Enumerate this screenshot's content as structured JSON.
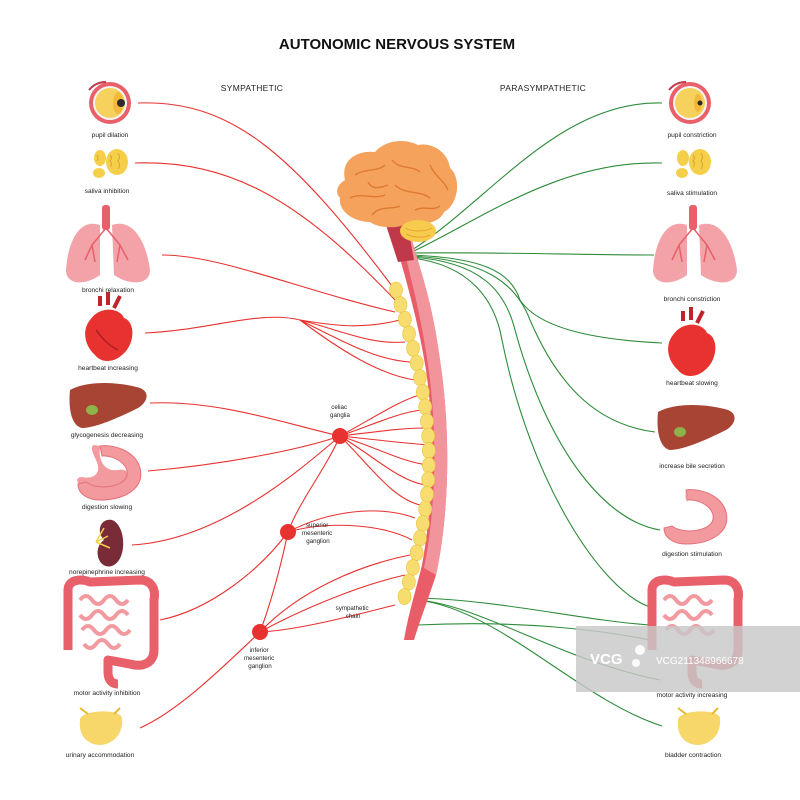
{
  "title": "AUTONOMIC NERVOUS SYSTEM",
  "sympathetic": {
    "heading": "SYMPATHETIC",
    "organs": [
      {
        "organ": "eye-icon",
        "label": "pupil dilation"
      },
      {
        "organ": "salivary-gland-icon",
        "label": "saliva inhibition"
      },
      {
        "organ": "lungs-icon",
        "label": "bronchi relaxation"
      },
      {
        "organ": "heart-icon",
        "label": "heartbeat increasing"
      },
      {
        "organ": "liver-icon",
        "label": "glycogenesis decreasing"
      },
      {
        "organ": "stomach-icon",
        "label": "digestion slowing"
      },
      {
        "organ": "kidney-icon",
        "label": "norepinephrine increasing"
      },
      {
        "organ": "intestines-icon",
        "label": "motor activity inhibition"
      },
      {
        "organ": "bladder-icon",
        "label": "urinary accommodation"
      }
    ]
  },
  "parasympathetic": {
    "heading": "PARASYMPATHETIC",
    "organs": [
      {
        "organ": "eye-icon",
        "label": "pupil constriction"
      },
      {
        "organ": "salivary-gland-icon",
        "label": "saliva stimulation"
      },
      {
        "organ": "lungs-icon",
        "label": "bronchi constriction"
      },
      {
        "organ": "heart-icon",
        "label": "heartbeat slowing"
      },
      {
        "organ": "liver-icon",
        "label": "increase bile secretion"
      },
      {
        "organ": "stomach-icon",
        "label": "digestion stimulation"
      },
      {
        "organ": "intestines-icon",
        "label": "motor activity increasing"
      },
      {
        "organ": "bladder-icon",
        "label": "bladder contraction"
      }
    ]
  },
  "ganglia": {
    "celiac": [
      "celiac",
      "ganglia"
    ],
    "superior": [
      "superior",
      "mesenteric",
      "ganglion"
    ],
    "inferior": [
      "inferior",
      "mesenteric",
      "ganglion"
    ],
    "chain": [
      "sympathetic",
      "chain"
    ]
  },
  "watermark": {
    "logo": "VCG",
    "id": "VCG211348966678"
  },
  "colors": {
    "sympathetic_line": "#e8322f",
    "parasympathetic_line": "#2e8b3a",
    "ganglion": "#e8322f",
    "chain": "#f7dc6f",
    "spine": "#e8606a",
    "brain": "#f5a25d"
  }
}
